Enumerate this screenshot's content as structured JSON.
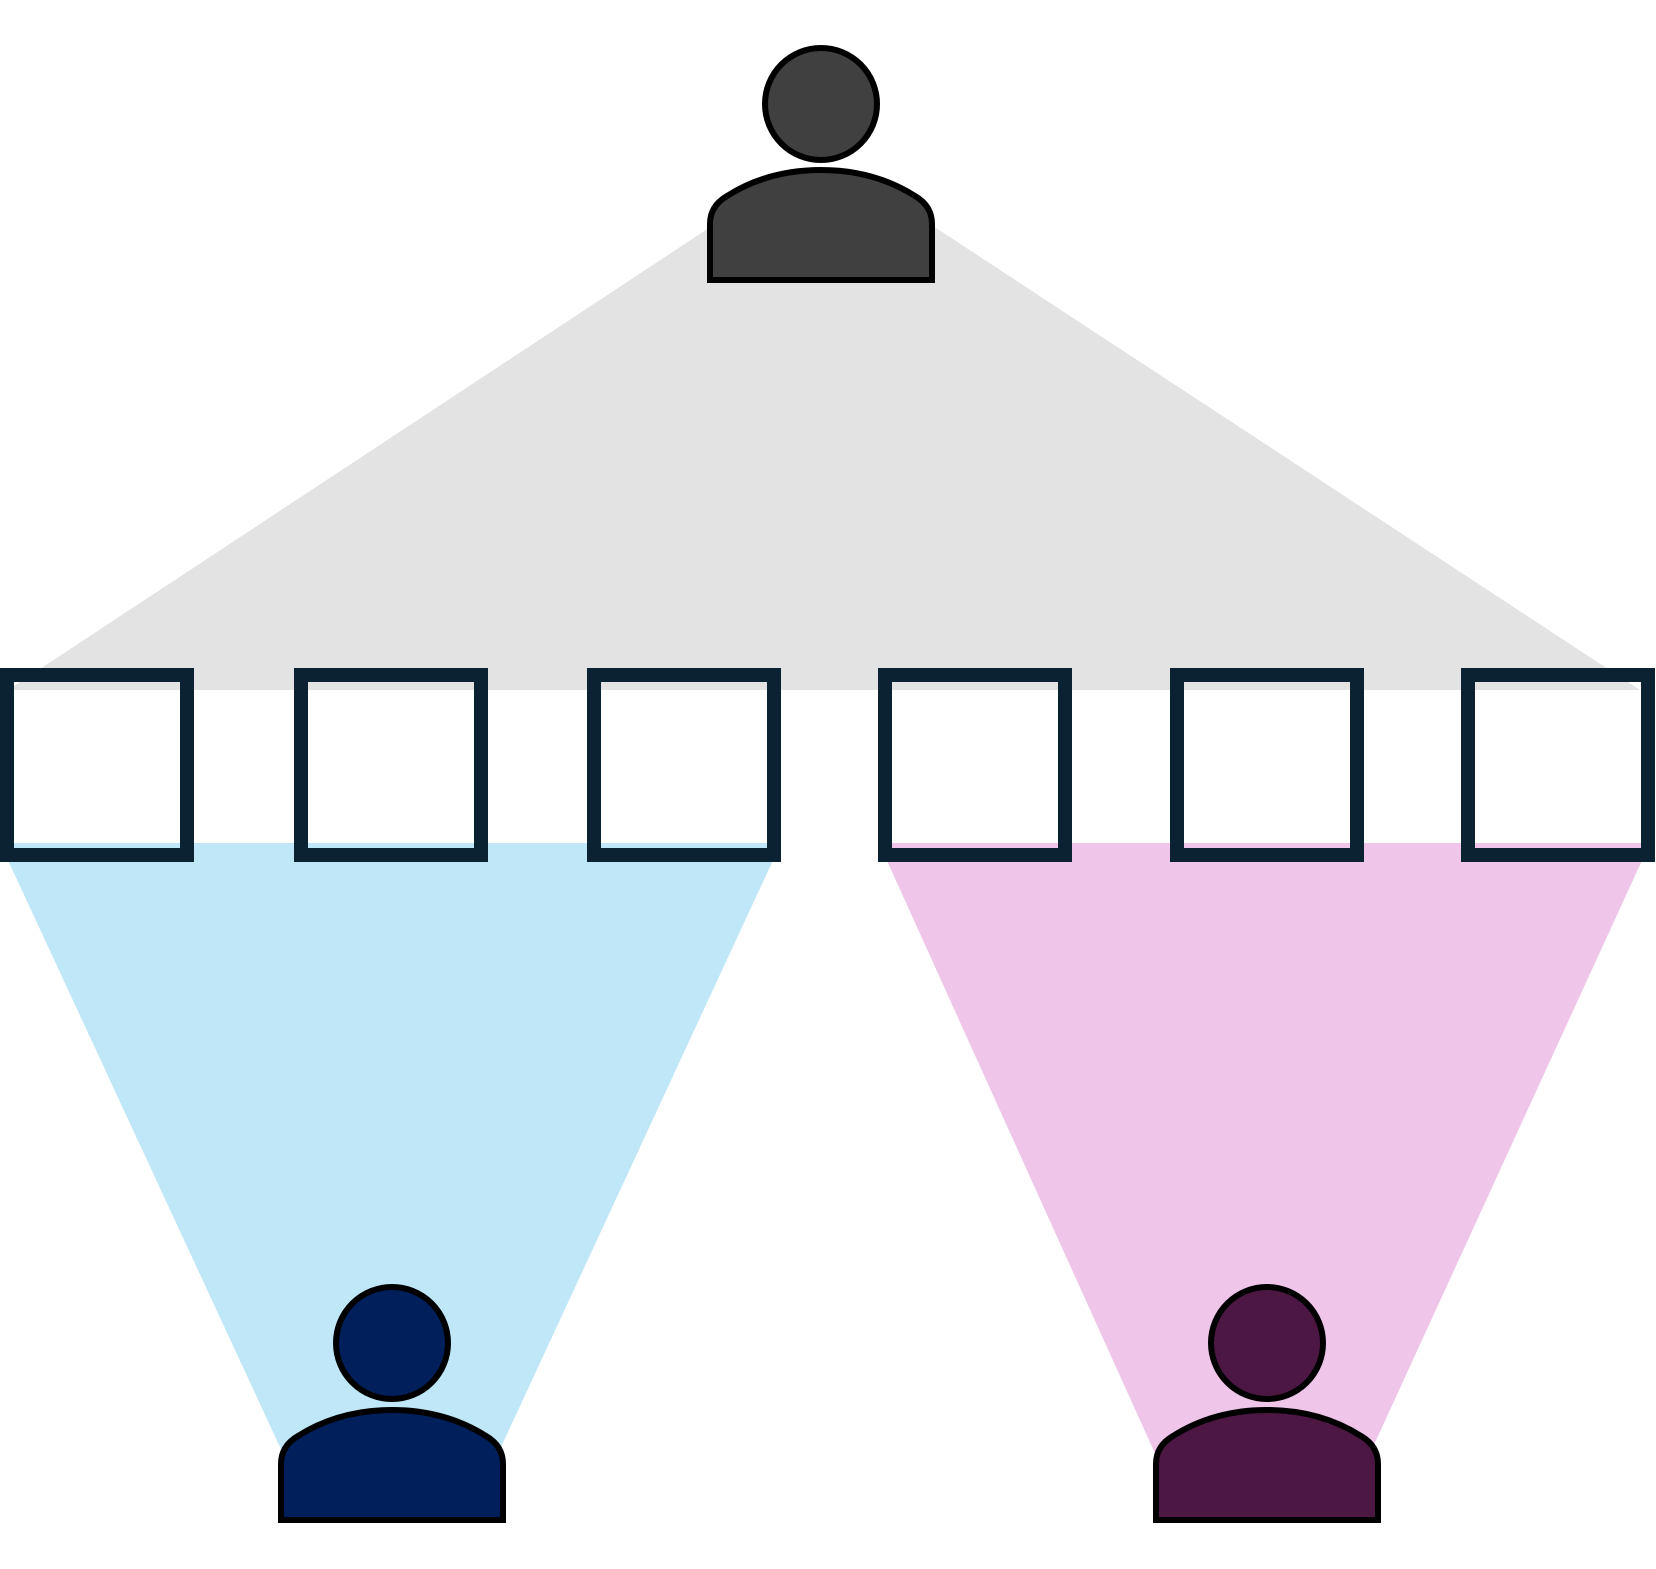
{
  "colors": {
    "background": "#ffffff",
    "top_region": "#e3e3e3",
    "left_region": "#bfe7f8",
    "right_region": "#efc5e9",
    "box_stroke": "#0b2233",
    "box_fill": "#ffffff",
    "person_outline": "#000000"
  },
  "persons": [
    {
      "id": "top",
      "icon": "person-icon",
      "fill": "#404040"
    },
    {
      "id": "bottom-left",
      "icon": "person-icon",
      "fill": "#001f5b"
    },
    {
      "id": "bottom-right",
      "icon": "person-icon",
      "fill": "#4d1744"
    }
  ],
  "items": [
    {
      "icon": "square-box-icon"
    },
    {
      "icon": "square-box-icon"
    },
    {
      "icon": "square-box-icon"
    },
    {
      "icon": "square-box-icon"
    },
    {
      "icon": "square-box-icon"
    },
    {
      "icon": "square-box-icon"
    }
  ]
}
